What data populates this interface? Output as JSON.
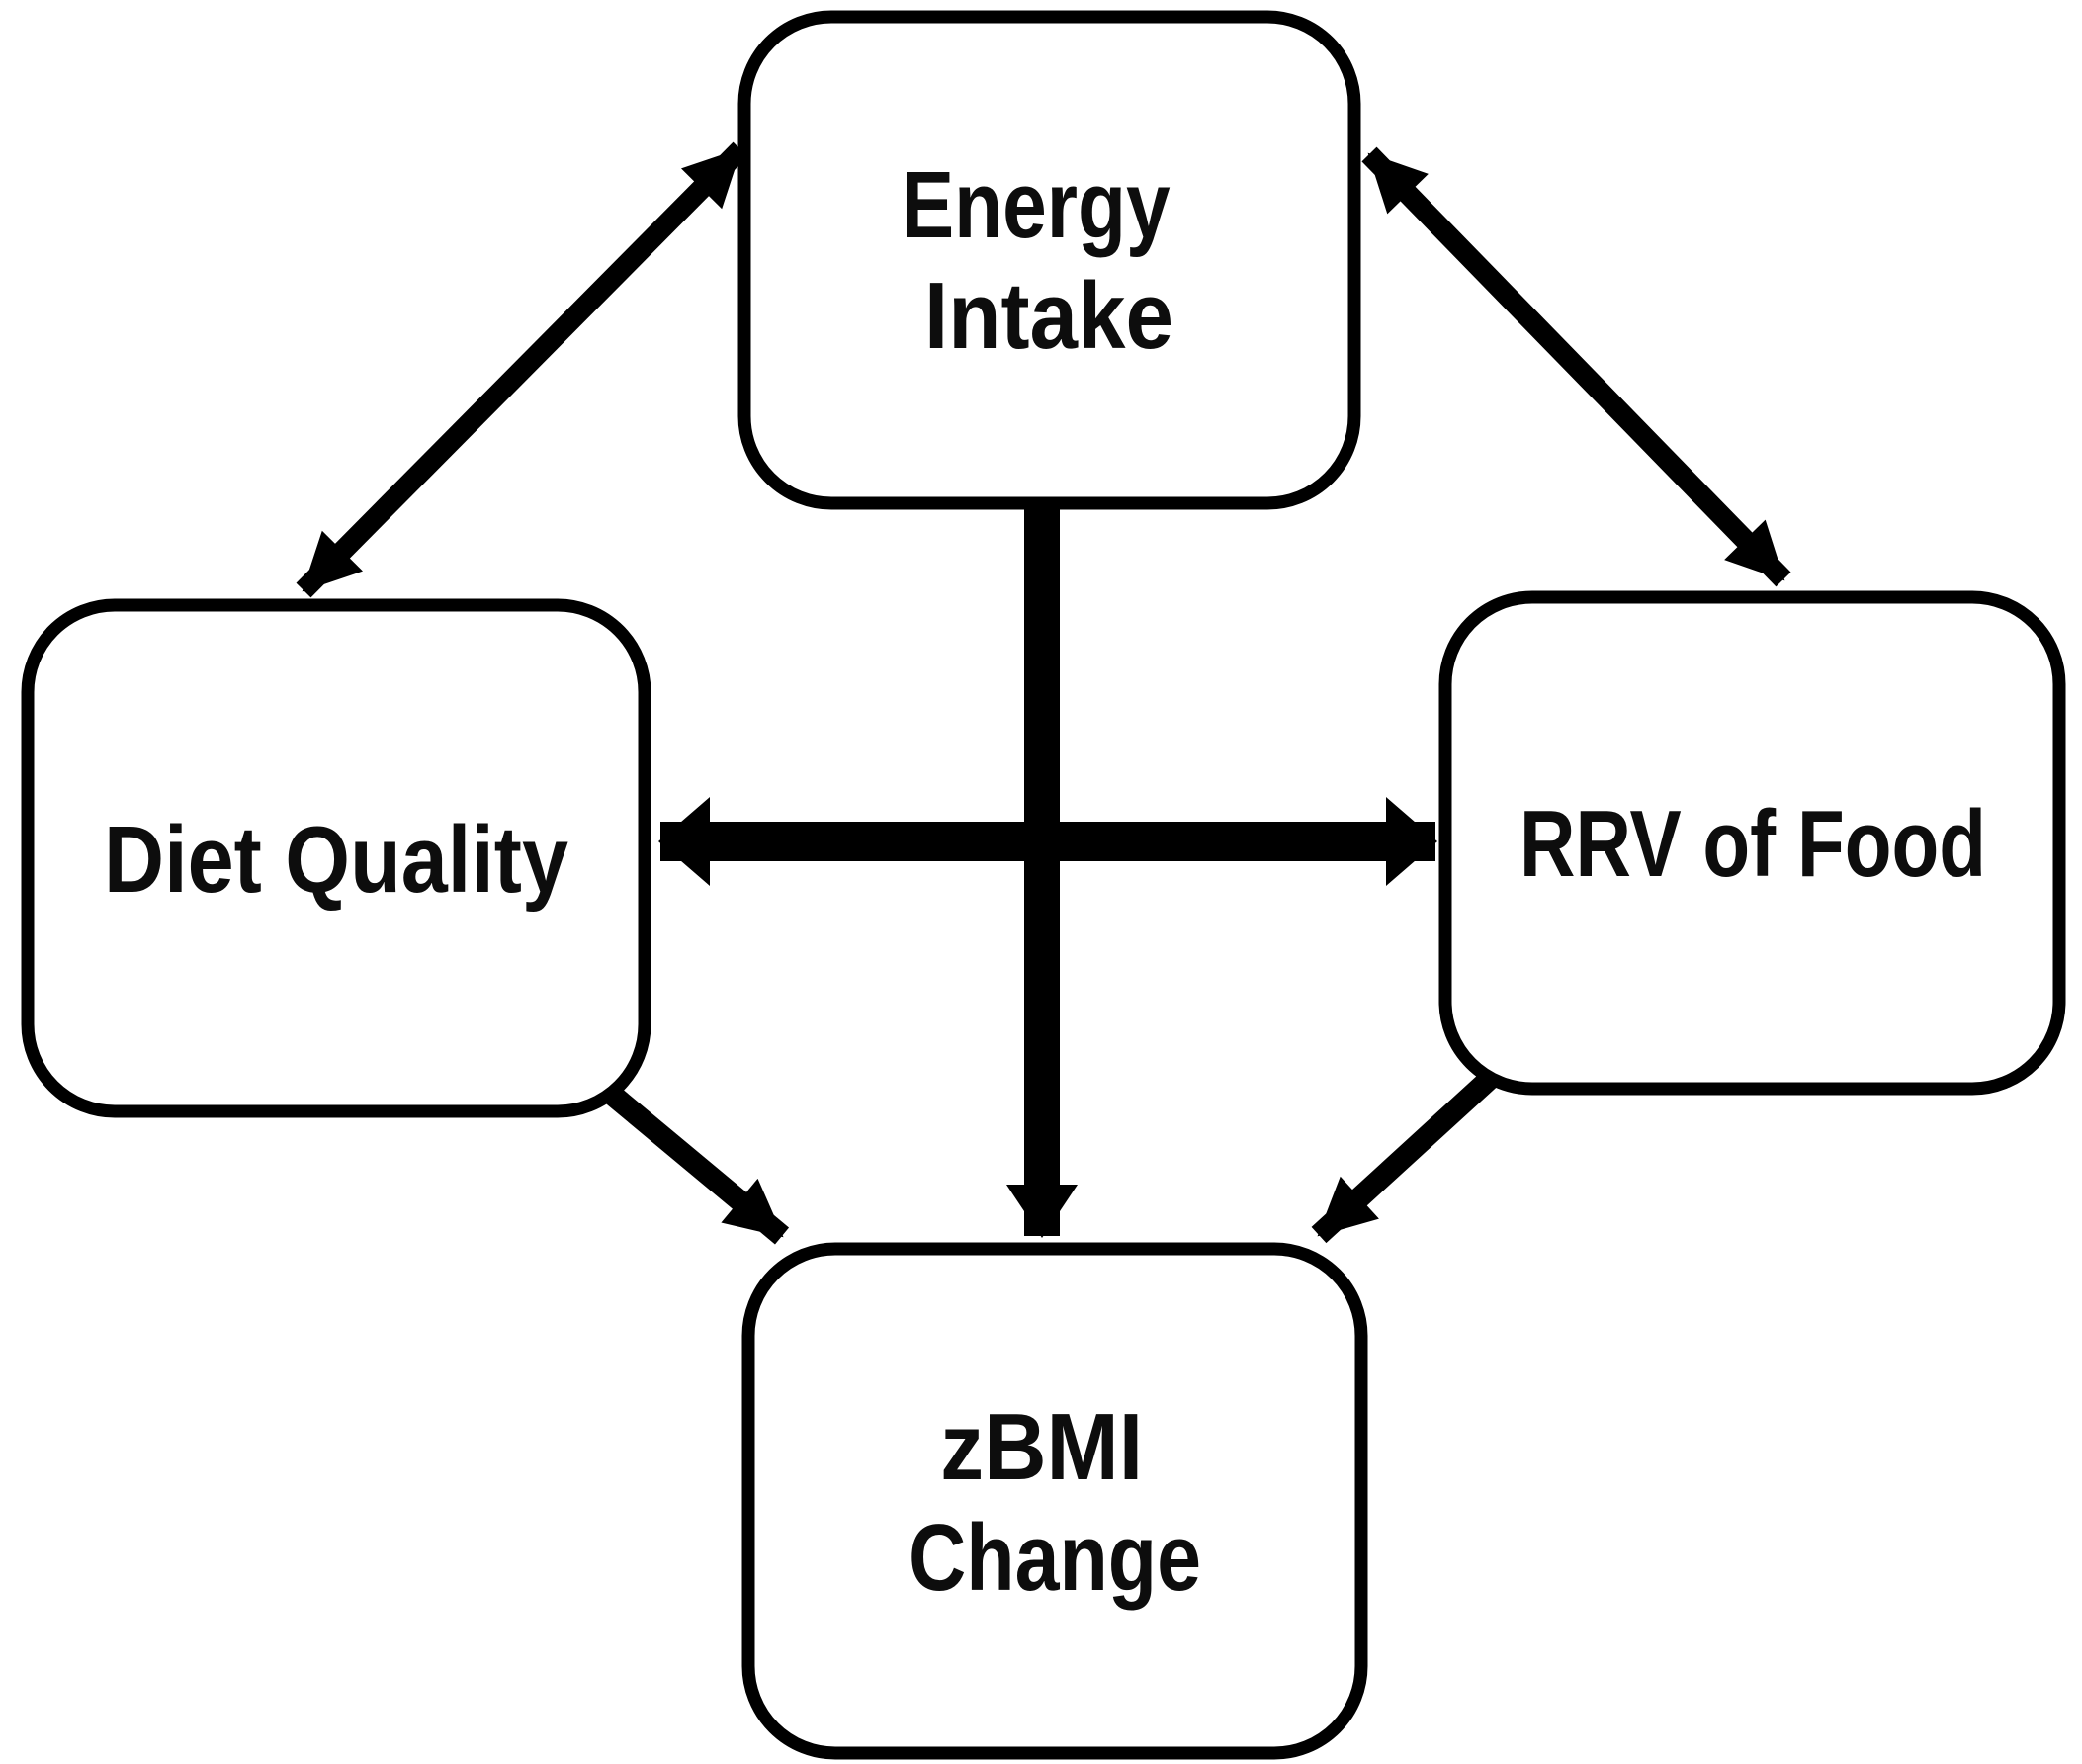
{
  "figure": {
    "type": "concept-diagram",
    "background": "#ffffff"
  },
  "nodes": {
    "energy_intake": {
      "label_line1": "Energy",
      "label_line2": "Intake"
    },
    "diet_quality": {
      "label": "Diet Quality"
    },
    "rrv_of_food": {
      "label": "RRV of Food"
    },
    "zbmi_change": {
      "label_line1": "zBMI",
      "label_line2": "Change"
    }
  },
  "edges": [
    {
      "from": "diet_quality",
      "to": "energy_intake",
      "style": "bidirectional",
      "weight": "normal"
    },
    {
      "from": "energy_intake",
      "to": "rrv_of_food",
      "style": "bidirectional",
      "weight": "normal"
    },
    {
      "from": "diet_quality",
      "to": "rrv_of_food",
      "style": "bidirectional",
      "weight": "thick"
    },
    {
      "from": "energy_intake",
      "to": "zbmi_change",
      "style": "directed",
      "weight": "thick"
    },
    {
      "from": "diet_quality",
      "to": "zbmi_change",
      "style": "directed",
      "weight": "normal"
    },
    {
      "from": "rrv_of_food",
      "to": "zbmi_change",
      "style": "directed",
      "weight": "normal"
    }
  ],
  "colors": {
    "line": "#000000",
    "box_fill": "#ffffff",
    "text": "#0d0d0d",
    "background": "#ffffff"
  }
}
